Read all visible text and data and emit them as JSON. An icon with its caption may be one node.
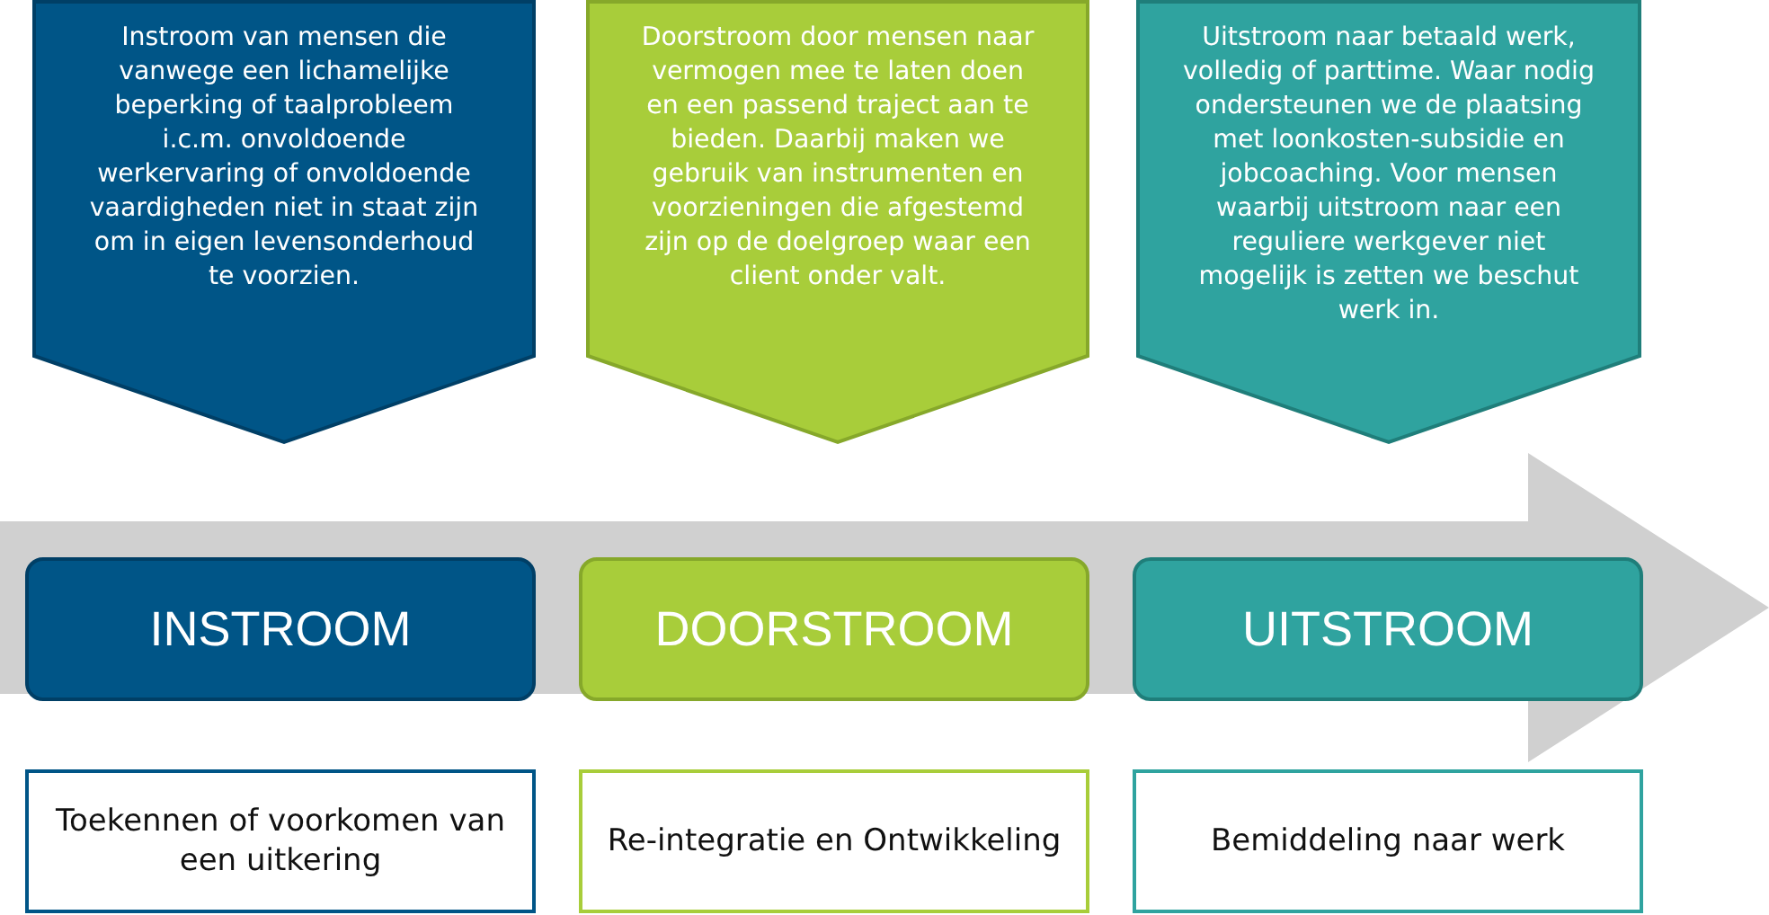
{
  "diagram": {
    "nodes": [
      {
        "text": [
          "Instroom van mensen die vanwege een lichamelijke beperking of taalprobleem i.c.m. onvoldoende werkervaring of onvoldoende vaardigheden niet in staat zijn om in eigen levensonderhoud te voorzien."
        ]
      },
      {
        "text": [
          "Doorstroom door mensen naar vermogen mee te laten doen en een passend traject aan te bieden. Daarbij maken we gebruik van instrumenten en voorzieningen die afgestemd zijn op de doelgroep waar een client onder valt."
        ]
      },
      {
        "text": [
          "Uitstroom naar betaald werk, volledig of parttime. Waar nodig ondersteunen we de plaatsing met loonkosten-subsidie en jobcoaching. Voor mensen waarbij uitstroom naar een reguliere werkgever niet mogelijk is zetten we beschut werk in."
        ]
      },
      {
        "text": [],
        "shape": "arrow"
      },
      {
        "text": [
          "INSTROOM"
        ],
        "in": 3
      },
      {
        "text": [
          "DOORSTROOM"
        ],
        "in": 3
      },
      {
        "text": [
          "UITSTROOM"
        ],
        "in": 3
      },
      {
        "text": [
          "Toekennen of voorkomen van een uitkering"
        ]
      },
      {
        "text": [
          "Re-integratie en Ontwikkeling"
        ]
      },
      {
        "text": [
          "Bemiddeling naar werk"
        ]
      }
    ]
  }
}
